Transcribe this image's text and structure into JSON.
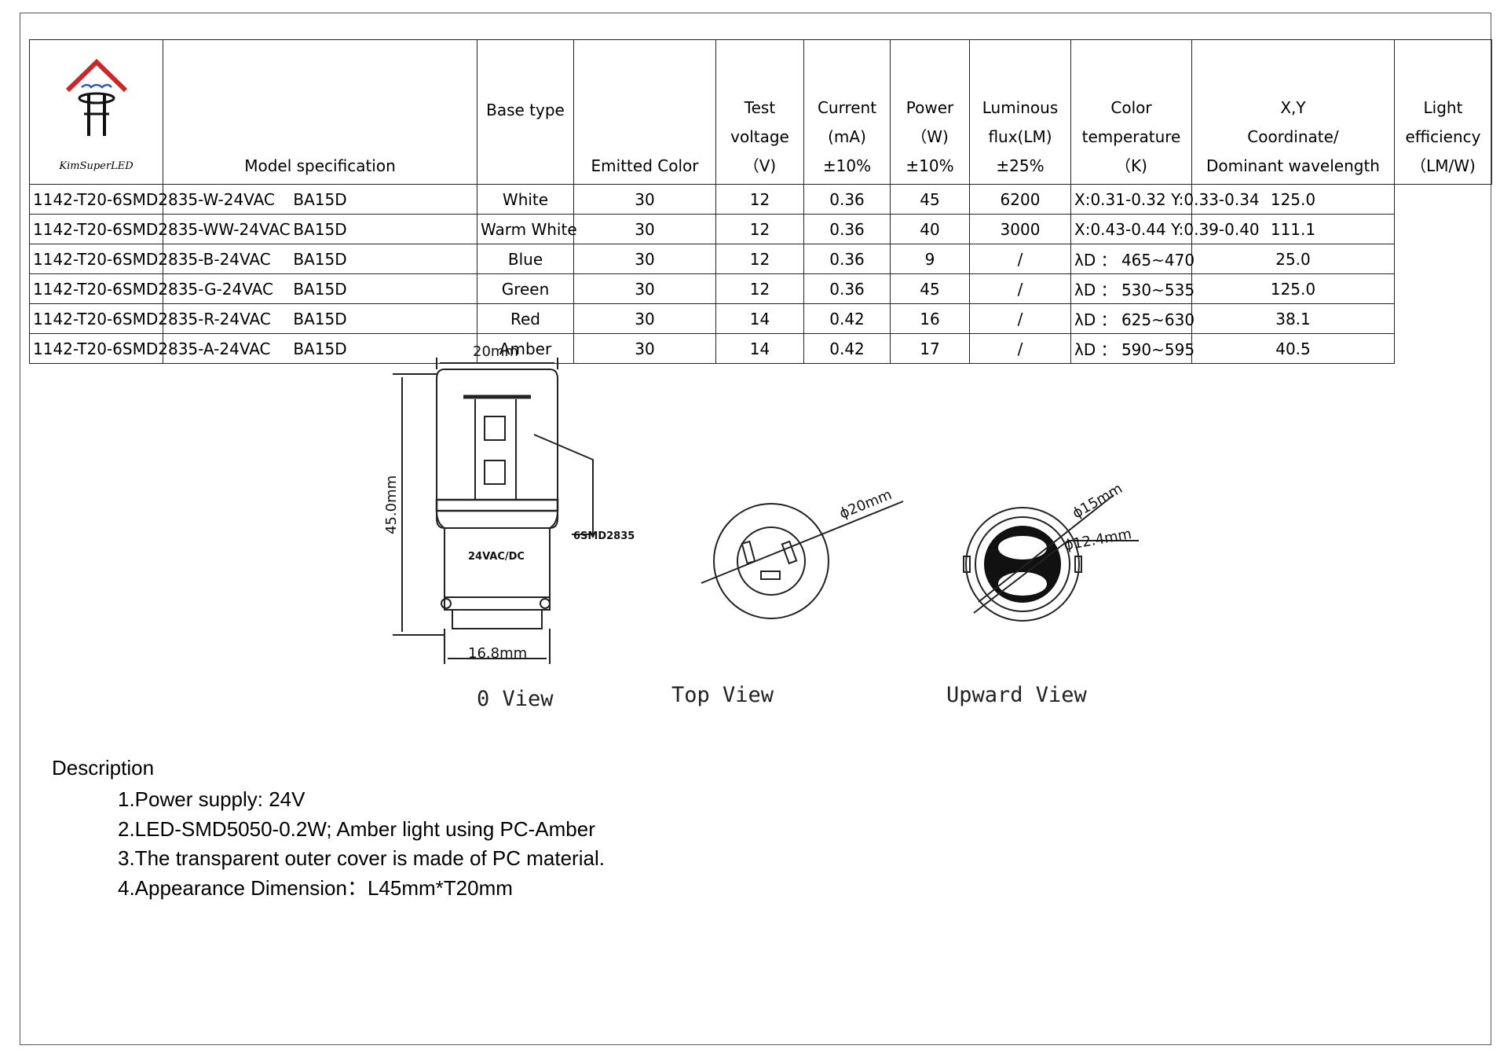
{
  "logo": {
    "text": "KimSuperLED",
    "icon": "house-led-logo-icon"
  },
  "table": {
    "headers": [
      [
        "Model specification"
      ],
      [
        "Base type"
      ],
      [
        "Emitted Color"
      ],
      [
        "Test",
        "voltage",
        "（V)"
      ],
      [
        "Current",
        "(mA)",
        "±10%"
      ],
      [
        "Power",
        "（W)",
        "±10%"
      ],
      [
        "Luminous",
        "flux(LM)",
        "±25%"
      ],
      [
        "Color",
        "temperature",
        "（K)"
      ],
      [
        "X,Y",
        "Coordinate/",
        "Dominant wavelength"
      ],
      [
        "Light",
        "efficiency",
        "（LM/W)"
      ]
    ],
    "rows": [
      [
        "1142-T20-6SMD2835-W-24VAC",
        "BA15D",
        "White",
        "30",
        "12",
        "0.36",
        "45",
        "6200",
        "X:0.31-0.32 Y:0.33-0.34",
        "125.0"
      ],
      [
        "1142-T20-6SMD2835-WW-24VAC",
        "BA15D",
        "Warm White",
        "30",
        "12",
        "0.36",
        "40",
        "3000",
        "X:0.43-0.44 Y:0.39-0.40",
        "111.1"
      ],
      [
        "1142-T20-6SMD2835-B-24VAC",
        "BA15D",
        "Blue",
        "30",
        "12",
        "0.36",
        "9",
        "/",
        "λD ： 465~470",
        "25.0"
      ],
      [
        "1142-T20-6SMD2835-G-24VAC",
        "BA15D",
        "Green",
        "30",
        "12",
        "0.36",
        "45",
        "/",
        "λD ： 530~535",
        "125.0"
      ],
      [
        "1142-T20-6SMD2835-R-24VAC",
        "BA15D",
        "Red",
        "30",
        "14",
        "0.42",
        "16",
        "/",
        "λD ： 625~630",
        "38.1"
      ],
      [
        "1142-T20-6SMD2835-A-24VAC",
        "BA15D",
        "Amber",
        "30",
        "14",
        "0.42",
        "17",
        "/",
        "λD ： 590~595",
        "40.5"
      ]
    ]
  },
  "drawing": {
    "front": {
      "width_label": "20mm",
      "height_label": "45.0mm",
      "base_label": "16.8mm",
      "body_text": "24VAC/DC",
      "callout": "6SMD2835",
      "view_label": "0 View"
    },
    "top": {
      "diameter_label": "ϕ20mm",
      "view_label": "Top View"
    },
    "upward": {
      "outer_label": "ϕ15mm",
      "inner_label": "ϕ12.4mm",
      "view_label": "Upward View"
    }
  },
  "description": {
    "title": "Description",
    "items": [
      "1.Power supply: 24V",
      "2.LED-SMD5050-0.2W; Amber light using PC-Amber",
      "3.The transparent outer cover is made of PC material.",
      "4.Appearance Dimension：L45mm*T20mm"
    ]
  }
}
